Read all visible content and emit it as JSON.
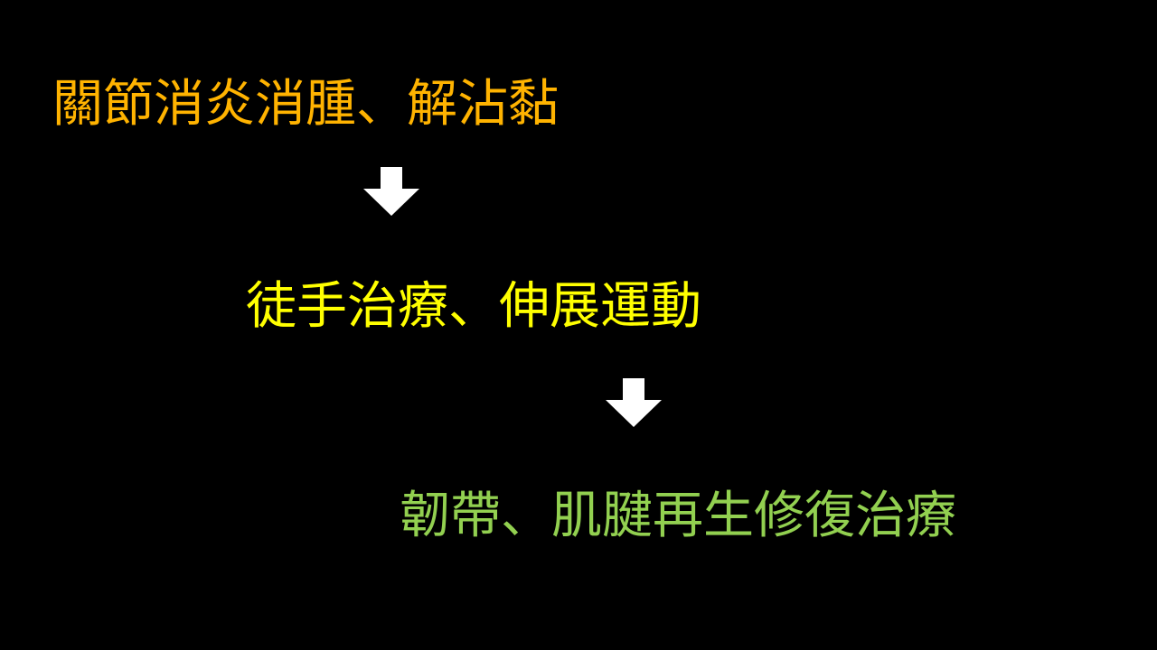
{
  "steps": [
    {
      "text": "關節消炎消腫、解沾黏",
      "color": "#FFB300"
    },
    {
      "text": "徒手治療、伸展運動",
      "color": "#FFFF00"
    },
    {
      "text": "韌帶、肌腱再生修復治療",
      "color": "#92D050"
    }
  ],
  "arrow_color": "#FFFFFF",
  "arrow_icon": "arrow-down-icon"
}
